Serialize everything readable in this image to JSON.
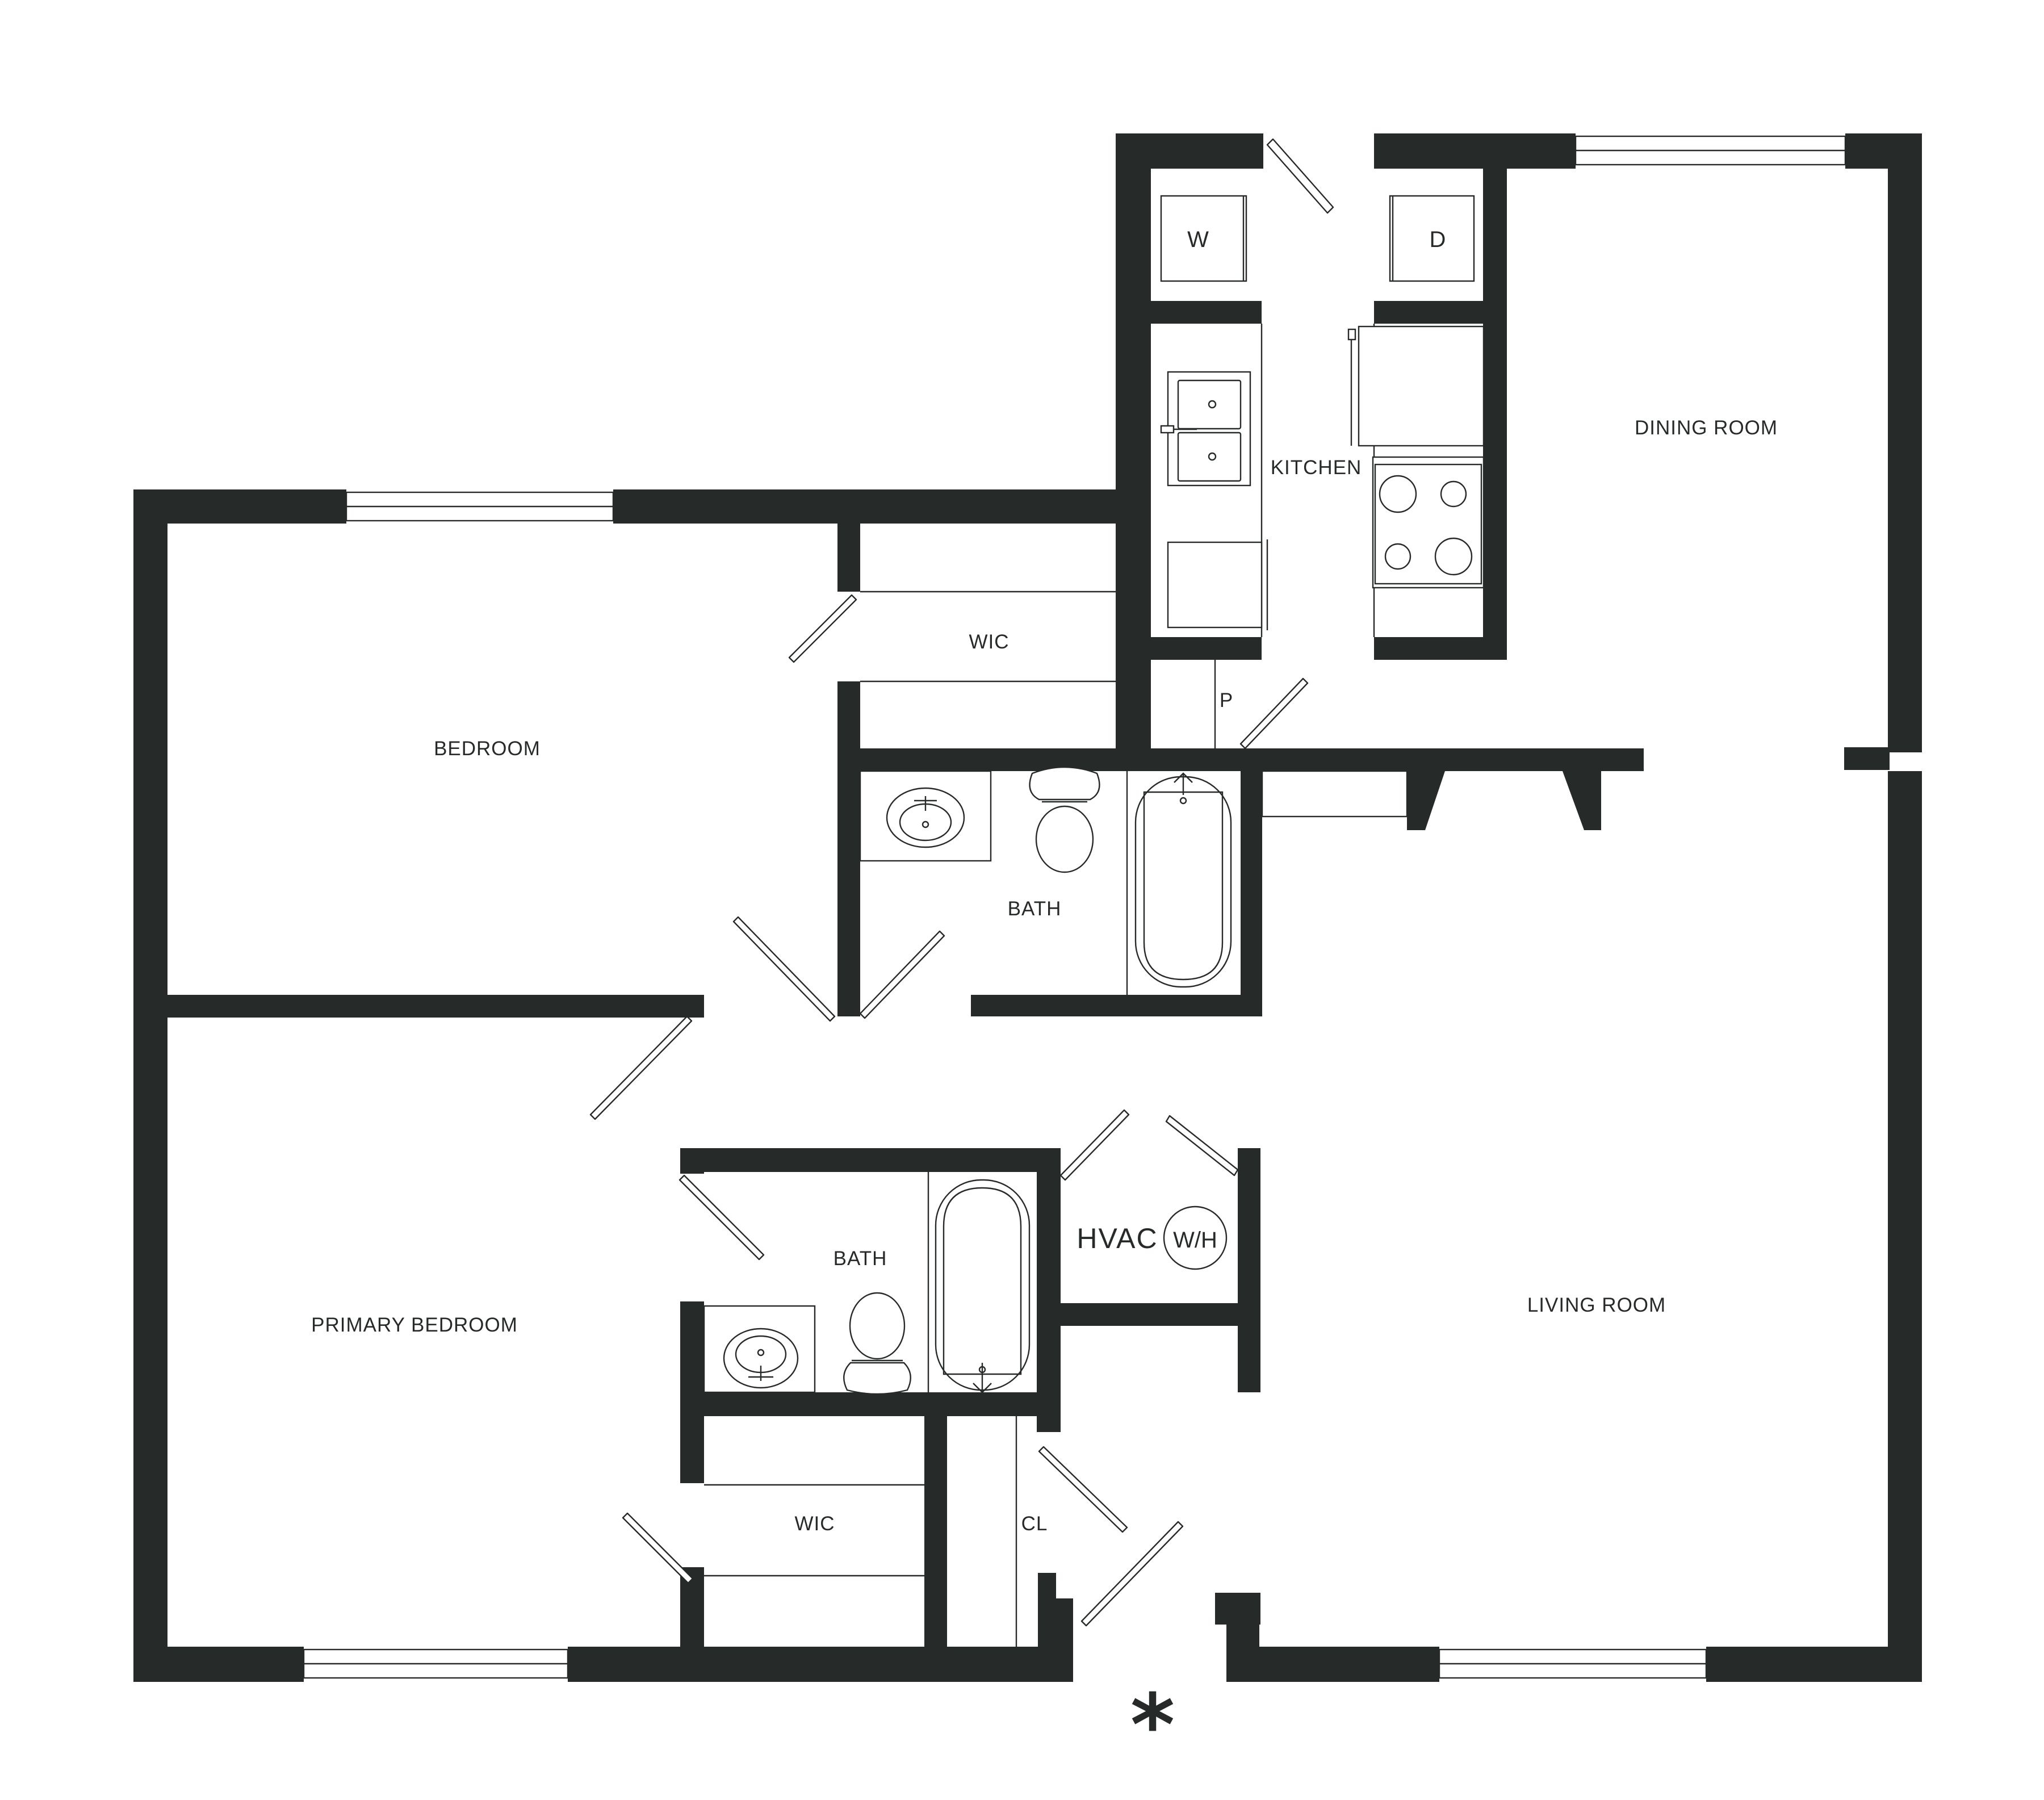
{
  "rooms": {
    "dining": "DINING ROOM",
    "kitchen": "KITCHEN",
    "bedroom": "BEDROOM",
    "wic_top": "WIC",
    "pantry": "P",
    "bath_top": "BATH",
    "primary": "PRIMARY BEDROOM",
    "bath_bottom": "BATH",
    "hvac": "HVAC",
    "living": "LIVING ROOM",
    "wic_bottom": "WIC",
    "closet": "CL"
  },
  "appliances": {
    "washer": "W",
    "dryer": "D",
    "water_heater": "W/H"
  },
  "entry_marker": "*"
}
